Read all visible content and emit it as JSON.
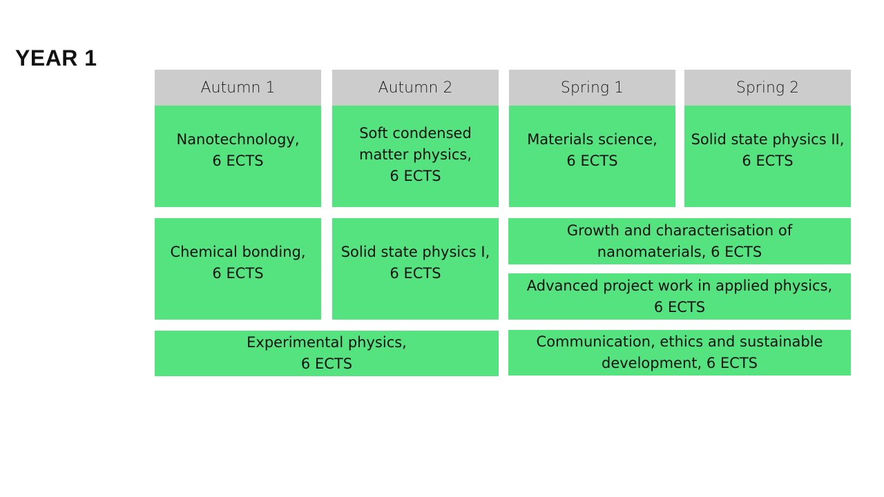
{
  "title": "YEAR 1",
  "colors": {
    "header_bg": "#cccccc",
    "course_bg": "#55e37f",
    "text": "#111111"
  },
  "periods": [
    {
      "label": "Autumn 1"
    },
    {
      "label": "Autumn 2"
    },
    {
      "label": "Spring 1"
    },
    {
      "label": "Spring 2"
    }
  ],
  "courses": {
    "nanotechnology": "Nanotechnology,\n6 ECTS",
    "soft_condensed": "Soft condensed\nmatter physics,\n6 ECTS",
    "materials_science": "Materials science,\n6 ECTS",
    "solid_state_2": "Solid state physics II,\n6 ECTS",
    "chemical_bonding": "Chemical bonding,\n6 ECTS",
    "solid_state_1": "Solid state physics I,\n6 ECTS",
    "growth_nanomaterials": "Growth and characterisation of\nnanomaterials, 6 ECTS",
    "advanced_project": "Advanced project work in applied physics,\n6 ECTS",
    "experimental_physics": "Experimental physics,\n6 ECTS",
    "communication_ethics": "Communication, ethics and sustainable\ndevelopment, 6 ECTS"
  }
}
